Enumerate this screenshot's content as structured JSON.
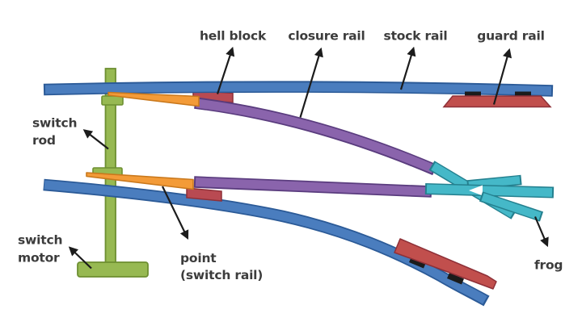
{
  "labels": {
    "hell_block": "hell block",
    "closure_rail": "closure rail",
    "stock_rail": "stock rail",
    "guard_rail": "guard rail",
    "switch_rod": {
      "line1": "switch",
      "line2": "rod"
    },
    "switch_motor": {
      "line1": "switch",
      "line2": "motor"
    },
    "point_switch_rail": {
      "line1": "point",
      "line2": "(switch rail)"
    },
    "frog": "frog"
  },
  "colors": {
    "stock_rail_blue": "#4a7dbe",
    "blue_border": "#2b5a97",
    "closure_rail_purple": "#8a64ac",
    "purple_border": "#5a3c7e",
    "point_orange": "#f39b38",
    "orange_border": "#c9781c",
    "heel_block_red": "#b94a52",
    "guard_rail_red": "#c14f4d",
    "red_border": "#8e3038",
    "frog_cyan": "#45b8c8",
    "cyan_border": "#24808f",
    "switch_green": "#97b952",
    "green_border": "#6d8f31",
    "tie_black": "#1b1b1b",
    "arrow_black": "#1c1c1c",
    "label_gray": "#3c3c3c",
    "background": "#ffffff"
  }
}
